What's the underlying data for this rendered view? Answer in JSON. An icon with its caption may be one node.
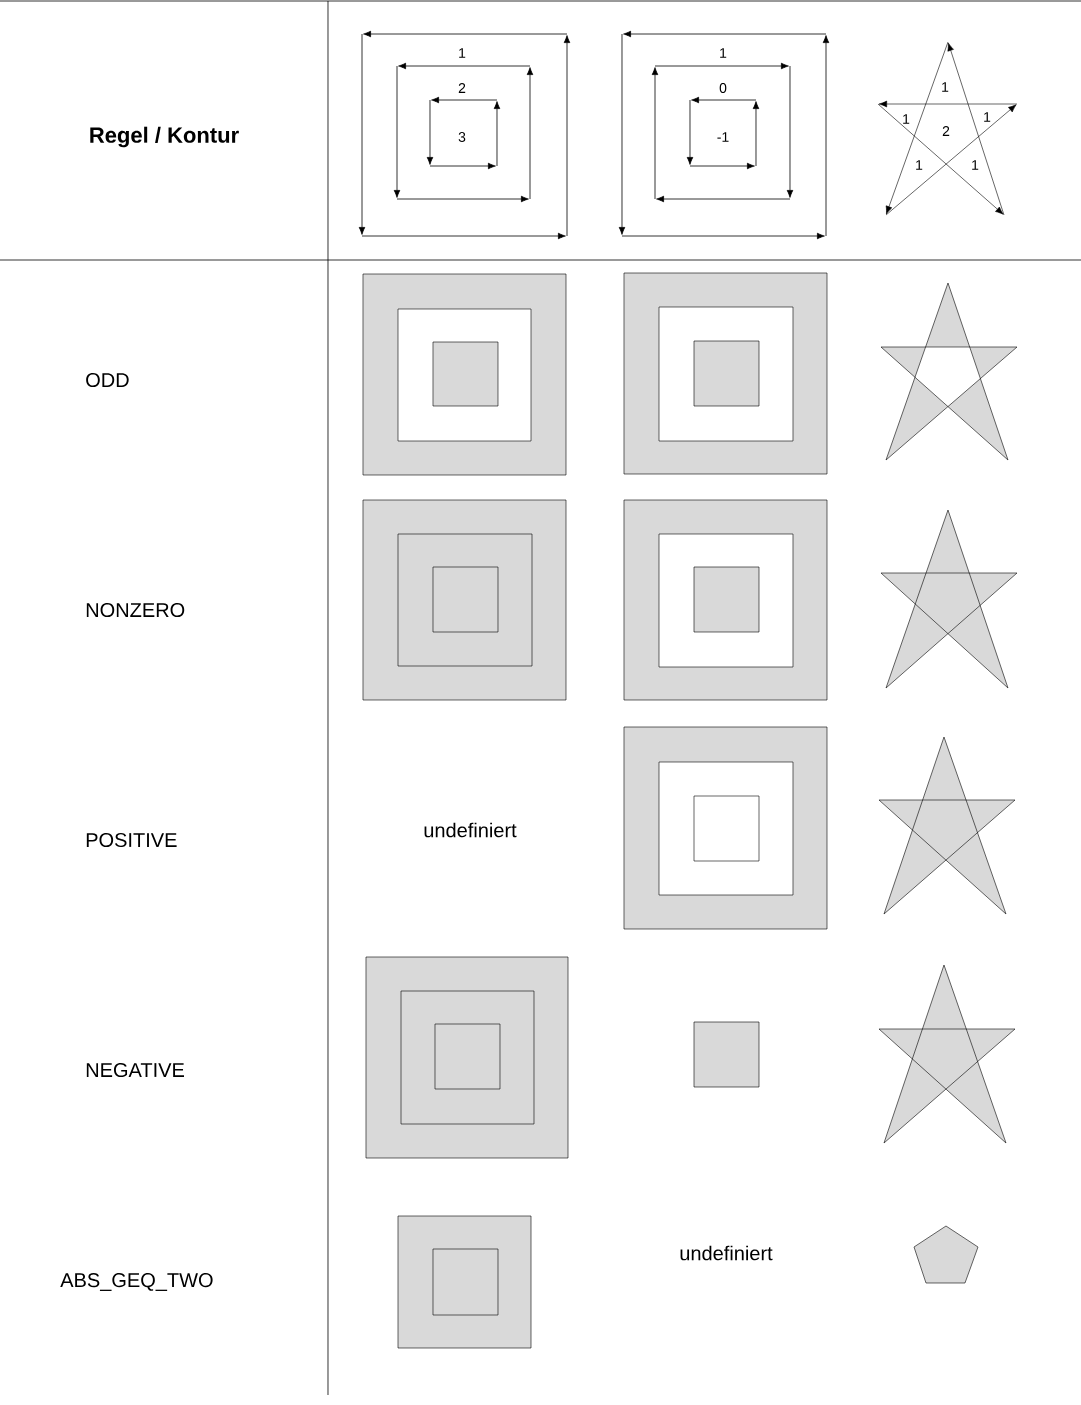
{
  "diagram": {
    "labels": [
      "Regel / Kontur",
      "1",
      "2",
      "3",
      "1",
      "0",
      "-1",
      "1",
      "1",
      "2",
      "1",
      "1",
      "1",
      "ODD",
      "NONZERO",
      "POSITIVE",
      "undefiniert",
      "NEGATIVE",
      "ABS_GEQ_TWO",
      "undefiniert"
    ]
  }
}
